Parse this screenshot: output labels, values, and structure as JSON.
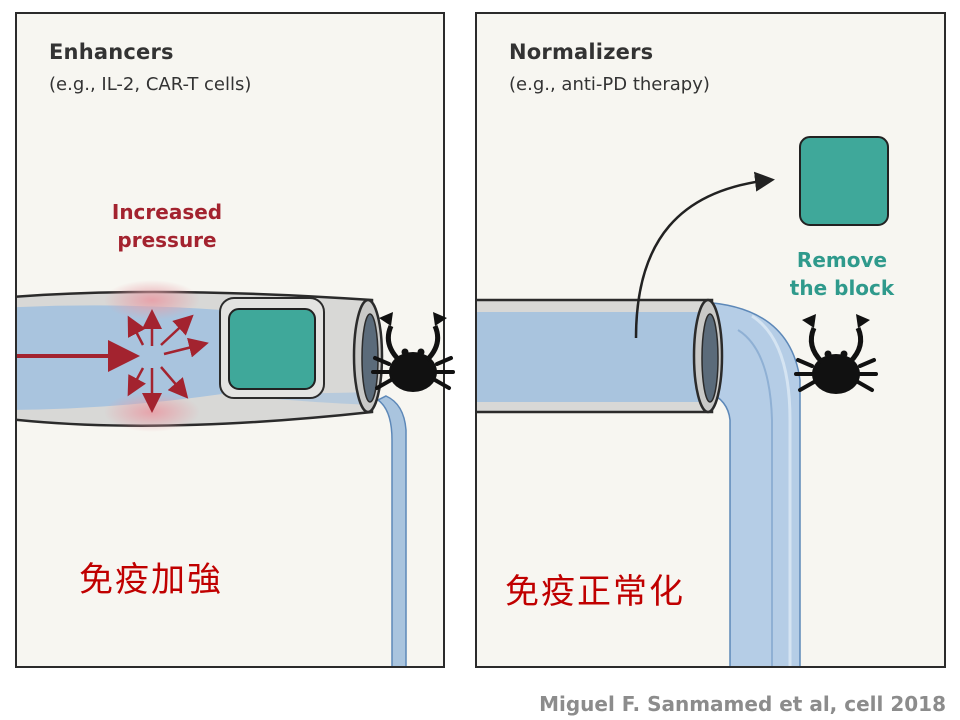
{
  "left_panel": {
    "title": "Enhancers",
    "subtitle": "(e.g., IL-2, CAR-T cells)",
    "pressure_label_line1": "Increased",
    "pressure_label_line2": "pressure",
    "chinese_label": "免疫加強"
  },
  "right_panel": {
    "title": "Normalizers",
    "subtitle": "(e.g., anti-PD therapy)",
    "remove_label_line1": "Remove",
    "remove_label_line2": "the block",
    "chinese_label": "免疫正常化"
  },
  "credit": "Miguel F. Sanmamed et al, cell 2018",
  "colors": {
    "water": "#a9c4de",
    "block": "#3fa89a",
    "pressure_red": "#a3232f",
    "chinese_red": "#c00000",
    "label_teal": "#2f9a8c"
  },
  "icons": [
    "crab-icon",
    "crab-icon"
  ]
}
